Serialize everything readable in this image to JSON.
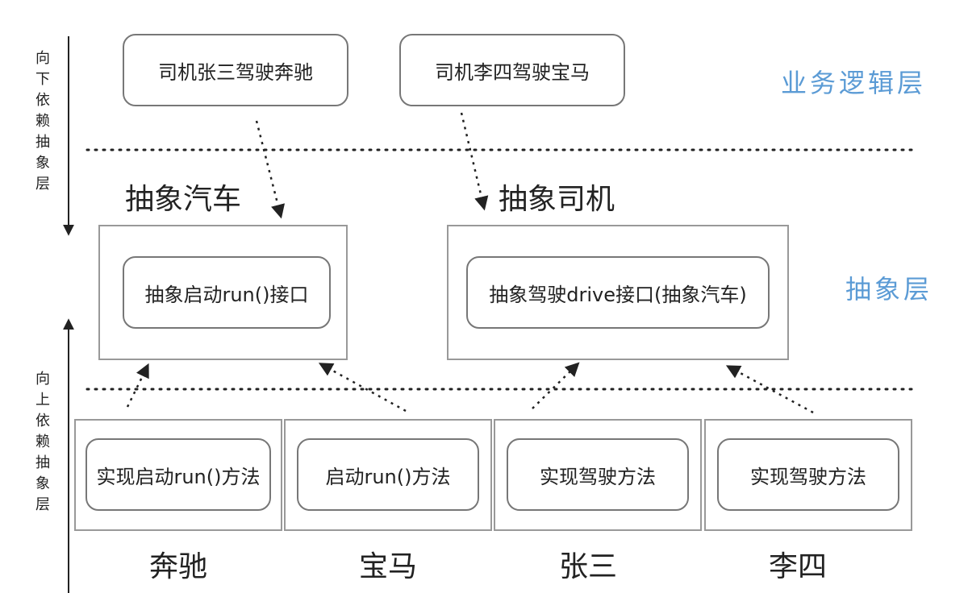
{
  "left_annotations": {
    "top_text": "向下依赖抽象层",
    "bottom_text": "向上依赖抽象层"
  },
  "layer_labels": {
    "business": "业务逻辑层",
    "abstract": "抽象层"
  },
  "business_layer": {
    "box1": "司机张三驾驶奔驰",
    "box2": "司机李四驾驶宝马"
  },
  "abstract_layer": {
    "car_title": "抽象汽车",
    "car_method": "抽象启动run()接口",
    "driver_title": "抽象司机",
    "driver_method": "抽象驾驶drive接口(抽象汽车)"
  },
  "impl_layer": {
    "benz_method": "实现启动run()方法",
    "bmw_method": "启动run()方法",
    "zhangsan_method": "实现驾驶方法",
    "lisi_method": "实现驾驶方法"
  },
  "bottom_names": {
    "benz": "奔驰",
    "bmw": "宝马",
    "zhangsan": "张三",
    "lisi": "李四"
  },
  "colors": {
    "layer_label": "#5b9bd5",
    "box_border": "#777777",
    "line": "#222222"
  }
}
